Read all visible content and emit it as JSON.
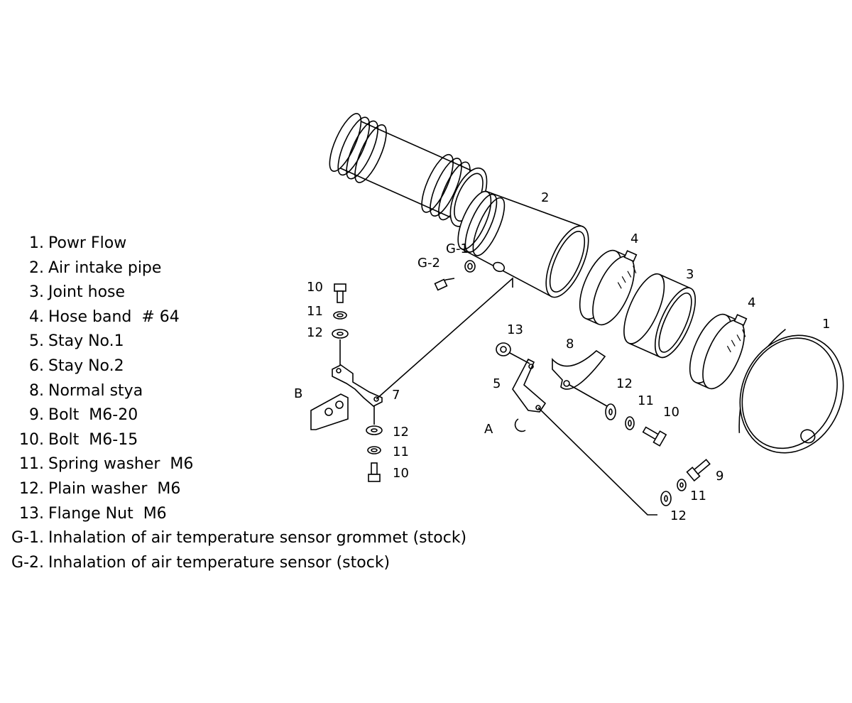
{
  "legend": [
    {
      "num": "1.",
      "text": "Powr Flow"
    },
    {
      "num": "2.",
      "text": "Air intake pipe"
    },
    {
      "num": "3.",
      "text": "Joint hose"
    },
    {
      "num": "4.",
      "text": "Hose band  # 64"
    },
    {
      "num": "5.",
      "text": "Stay No.1"
    },
    {
      "num": "6.",
      "text": "Stay No.2"
    },
    {
      "num": "8.",
      "text": "Normal stya"
    },
    {
      "num": "9.",
      "text": "Bolt  M6-20"
    },
    {
      "num": "10.",
      "text": "Bolt  M6-15"
    },
    {
      "num": "11.",
      "text": "Spring washer  M6"
    },
    {
      "num": "12.",
      "text": "Plain washer  M6"
    },
    {
      "num": "13.",
      "text": "Flange Nut  M6"
    },
    {
      "num": "G-1.",
      "text": "Inhalation of air temperature sensor grommet (stock)"
    },
    {
      "num": "G-2.",
      "text": "Inhalation of air temperature sensor (stock)"
    }
  ],
  "callouts": {
    "c1": "1",
    "c2": "2",
    "c3": "3",
    "c4a": "4",
    "c4b": "4",
    "c5": "5",
    "c7": "7",
    "c8": "8",
    "c9": "9",
    "c10a": "10",
    "c10b": "10",
    "c10c": "10",
    "c11a": "11",
    "c11b": "11",
    "c11c": "11",
    "c11d": "11",
    "c12a": "12",
    "c12b": "12",
    "c12c": "12",
    "c12d": "12",
    "c13": "13",
    "cG1": "G-1",
    "cG2": "G-2",
    "cA": "A",
    "cB": "B"
  }
}
